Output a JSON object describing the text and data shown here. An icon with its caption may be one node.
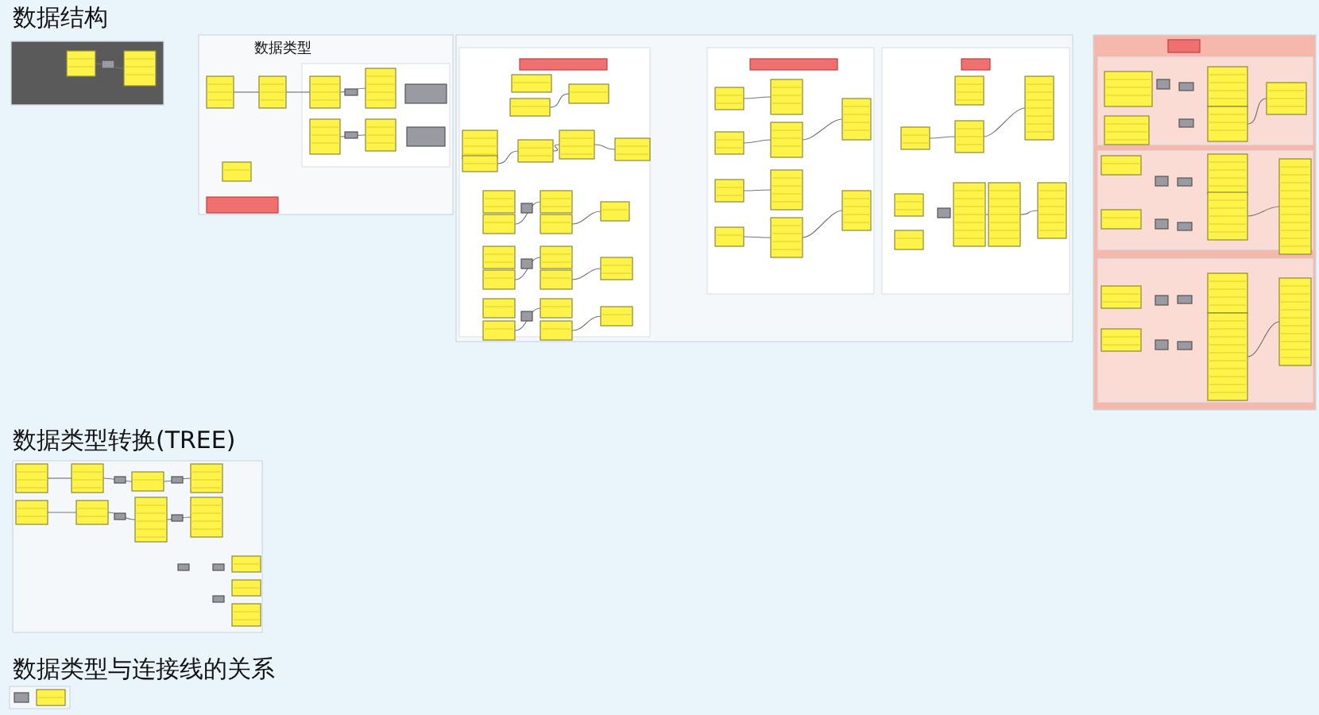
{
  "diagram": {
    "labels": [
      "数据结构",
      "数据类型",
      "数据类型转换(TREE)",
      "数据类型与连接线的关系"
    ]
  }
}
